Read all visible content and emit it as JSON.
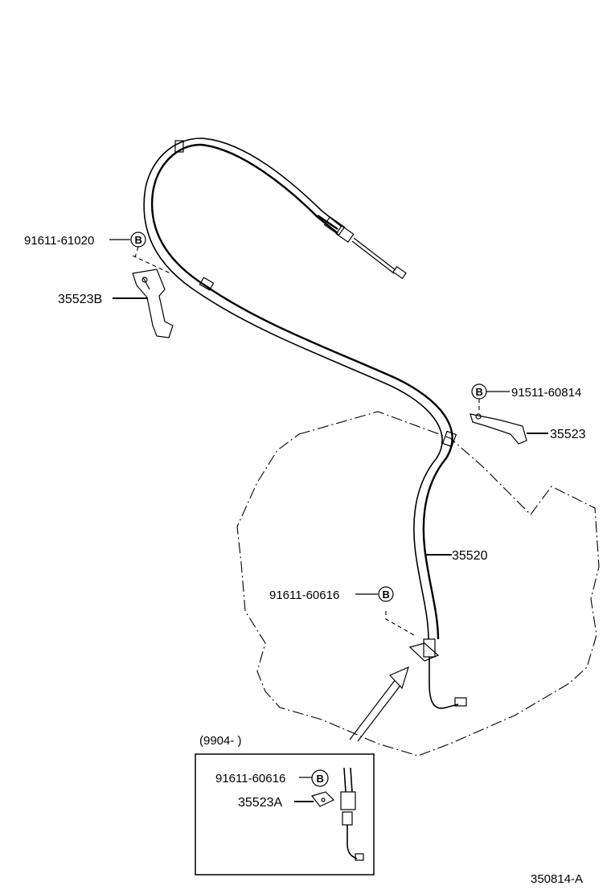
{
  "parts": {
    "bolt_upper_left": "91611-61020",
    "bracket_b": "35523B",
    "bolt_right": "91511-60814",
    "bracket_right": "35523",
    "cable": "35520",
    "bolt_lower": "91611-60616",
    "inset_bolt": "91611-60616",
    "inset_bracket": "35523A"
  },
  "marker": "B",
  "inset": {
    "range_label": "(9904-        )"
  },
  "figure_id": "350814-A"
}
